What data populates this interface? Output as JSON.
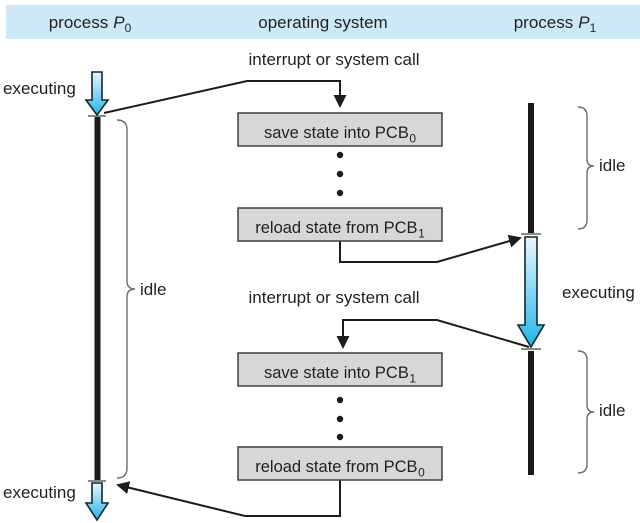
{
  "colors": {
    "header_bg": "#cde9f7",
    "box_fill": "#d7d7d7",
    "box_border": "#3d3d3f",
    "line": "#1c1c1c",
    "bar": "#1a1a1a",
    "tick": "#8a8a8a",
    "brace": "#6b6b6d",
    "text": "#231f20",
    "exec_arrow_top": "#eaf7fe",
    "exec_arrow_bottom": "#1fb5e9"
  },
  "header": {
    "left": {
      "prefix": "process",
      "p": "P",
      "sub": "0"
    },
    "center": "operating system",
    "right": {
      "prefix": "process",
      "p": "P",
      "sub": "1"
    }
  },
  "labels": {
    "interrupt_top": "interrupt or system call",
    "interrupt_bottom": "interrupt or system call",
    "executing_p0_top": "executing",
    "executing_p0_bottom": "executing",
    "executing_p1": "executing",
    "idle_p0": "idle",
    "idle_p1_top": "idle",
    "idle_p1_bottom": "idle"
  },
  "boxes": [
    {
      "text": "save state into PCB",
      "sub": "0"
    },
    {
      "text": "reload state from PCB",
      "sub": "1"
    },
    {
      "text": "save state into PCB",
      "sub": "1"
    },
    {
      "text": "reload state from PCB",
      "sub": "0"
    }
  ]
}
